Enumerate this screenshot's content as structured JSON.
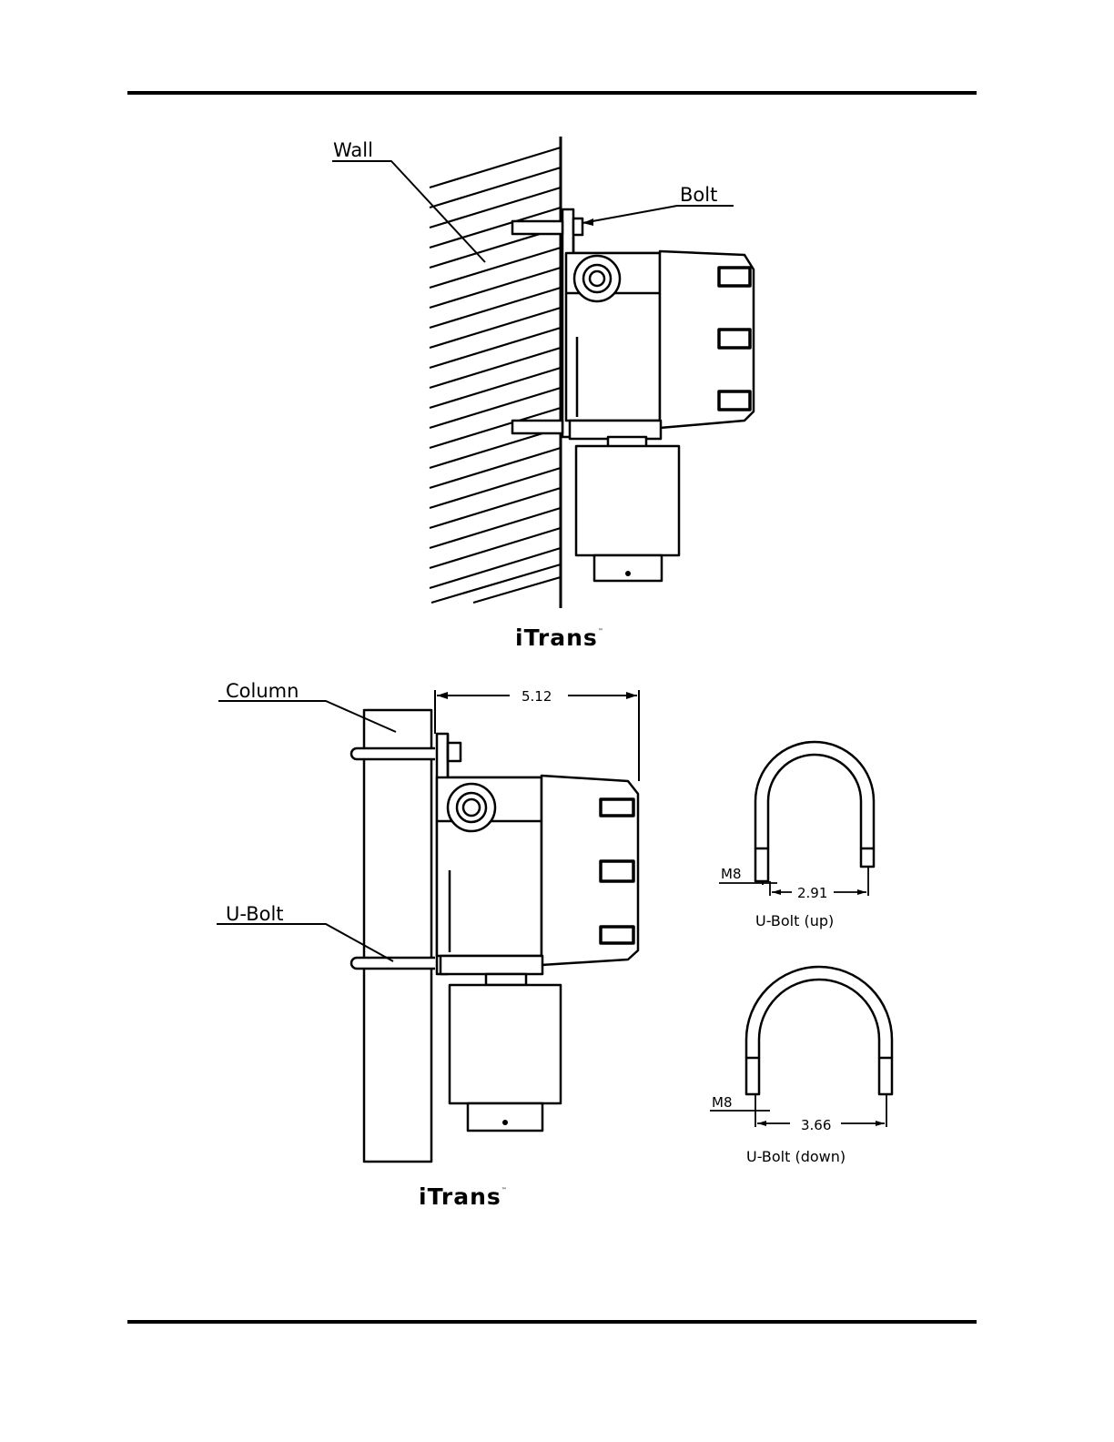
{
  "labels": {
    "wall": "Wall",
    "bolt": "Bolt",
    "column": "Column",
    "ubolt": "U-Bolt",
    "dim_width": "5.12",
    "m8_up": "M8",
    "dim_up": "2.91",
    "caption_up": "U-Bolt (up)",
    "m8_down": "M8",
    "dim_down": "3.66",
    "caption_down": "U-Bolt (down)"
  },
  "logo": {
    "text": "iTrans",
    "tm": "™"
  }
}
